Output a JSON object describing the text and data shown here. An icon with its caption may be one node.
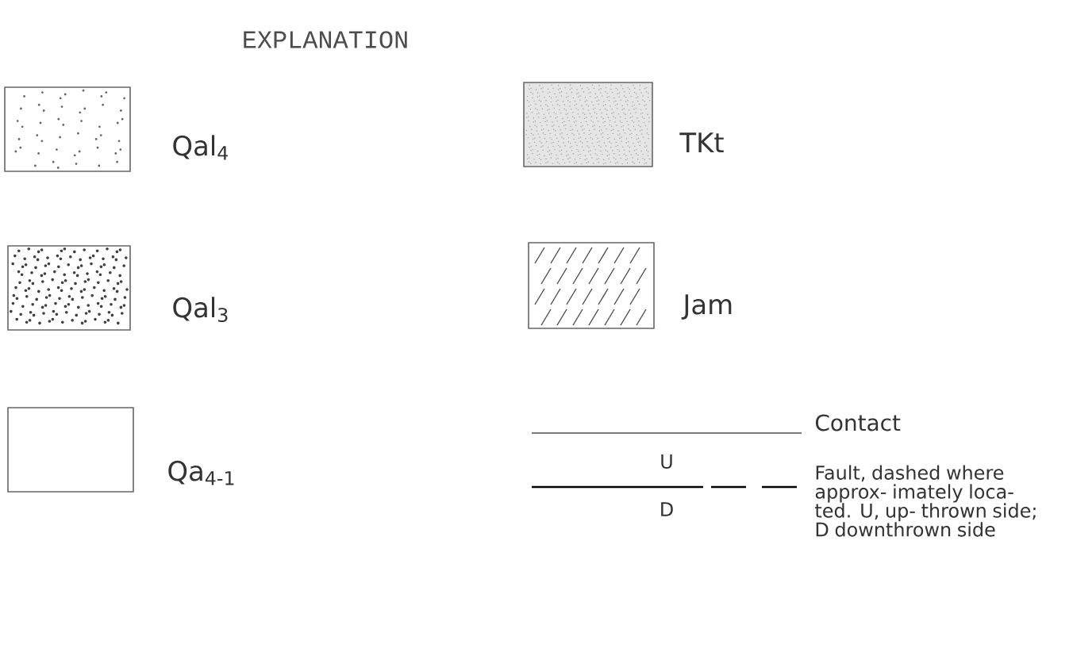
{
  "diagram": {
    "title": "EXPLANATION",
    "labels": [
      "U",
      "D"
    ],
    "legend": [
      {
        "text": "Qal$_{4}$"
      },
      {
        "text": "Qal$_{3}$"
      },
      {
        "text": "Qa$_{4-1}$"
      },
      {
        "text": "TKt"
      },
      {
        "text": "Jam"
      },
      {
        "text": "Contact"
      },
      {
        "text": "Fault, dashed where approx- imately loca- ted. U, up- thrown side; D downthrown side"
      }
    ]
  }
}
